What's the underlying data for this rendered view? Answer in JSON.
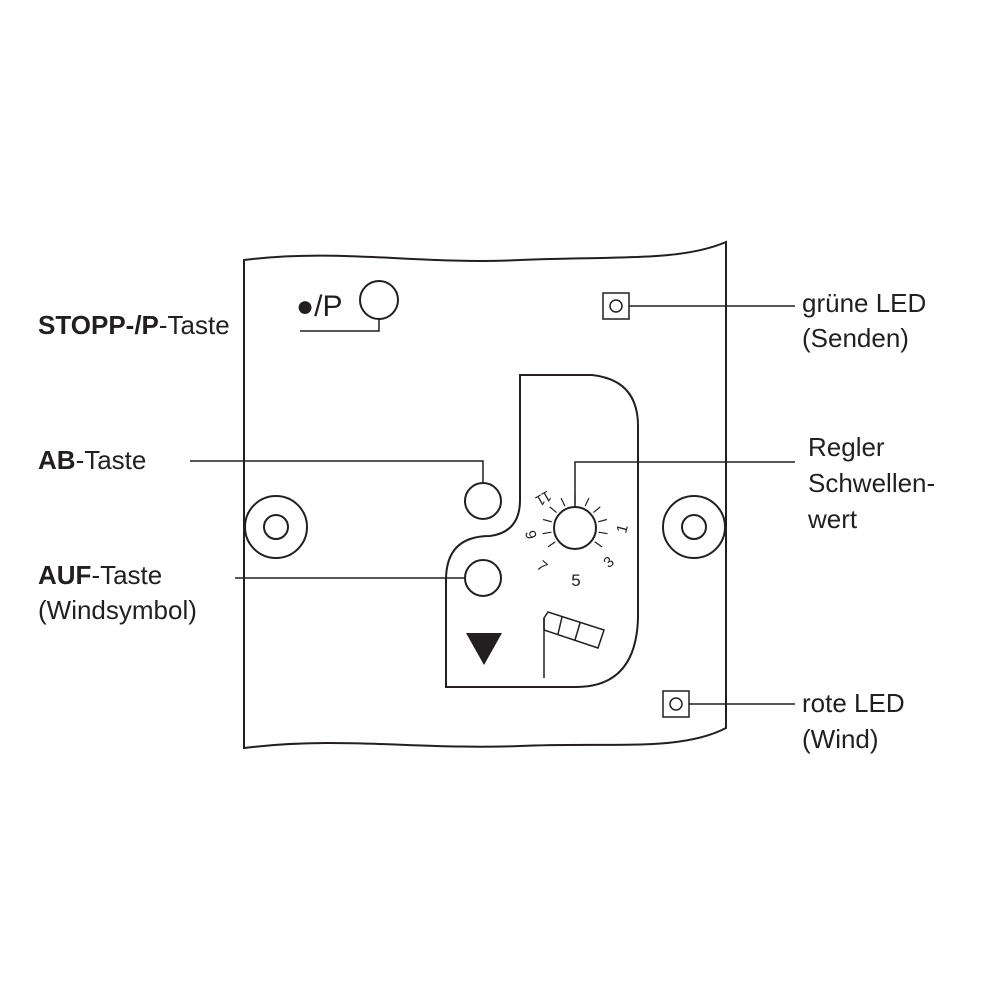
{
  "labels": {
    "stop": {
      "bold": "STOPP-/P",
      "rest": "-Taste"
    },
    "down": {
      "bold": "AB",
      "rest": "-Taste"
    },
    "up": {
      "bold": "AUF",
      "rest": "-Taste",
      "line2": "(Windsymbol)"
    },
    "green_led": {
      "line1": "grüne LED",
      "line2": "(Senden)"
    },
    "regler": {
      "line1": "Regler",
      "line2": "Schwellen-",
      "line3": "wert"
    },
    "red_led": {
      "line1": "rote LED",
      "line2": "(Wind)"
    }
  },
  "panel": {
    "stop_symbol": "●/P",
    "dial_ticks": [
      "1",
      "3",
      "5",
      "7",
      "9",
      "11"
    ]
  }
}
